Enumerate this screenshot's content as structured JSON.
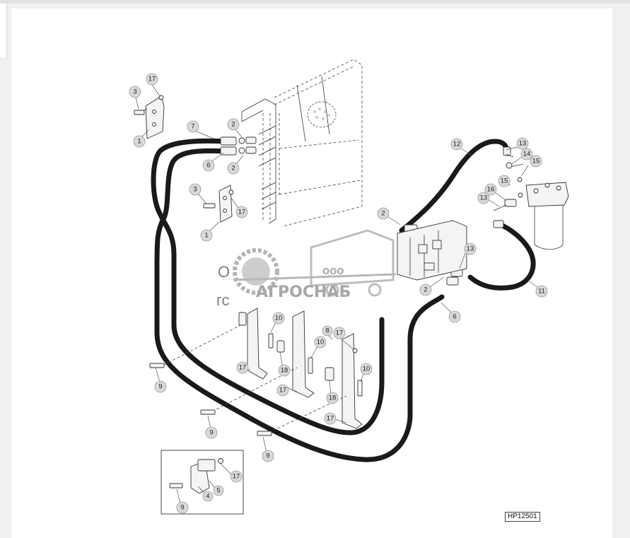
{
  "diagram": {
    "reference_code": "HP12501",
    "callouts": [
      {
        "id": "c-17a",
        "label": "17"
      },
      {
        "id": "c-3a",
        "label": "3"
      },
      {
        "id": "c-1a",
        "label": "1"
      },
      {
        "id": "c-7",
        "label": "7"
      },
      {
        "id": "c-6a",
        "label": "6"
      },
      {
        "id": "c-2a",
        "label": "2"
      },
      {
        "id": "c-2b",
        "label": "2"
      },
      {
        "id": "c-3b",
        "label": "3"
      },
      {
        "id": "c-17b",
        "label": "17"
      },
      {
        "id": "c-1b",
        "label": "1"
      },
      {
        "id": "c-12",
        "label": "12"
      },
      {
        "id": "c-13a",
        "label": "13"
      },
      {
        "id": "c-14",
        "label": "14"
      },
      {
        "id": "c-15a",
        "label": "15"
      },
      {
        "id": "c-15b",
        "label": "15"
      },
      {
        "id": "c-16",
        "label": "16"
      },
      {
        "id": "c-13b",
        "label": "13"
      },
      {
        "id": "c-2c",
        "label": "2"
      },
      {
        "id": "c-13c",
        "label": "13"
      },
      {
        "id": "c-2d",
        "label": "2"
      },
      {
        "id": "c-11",
        "label": "11"
      },
      {
        "id": "c-6b",
        "label": "6"
      },
      {
        "id": "c-10a",
        "label": "10"
      },
      {
        "id": "c-8",
        "label": "8"
      },
      {
        "id": "c-17c",
        "label": "17"
      },
      {
        "id": "c-10b",
        "label": "10"
      },
      {
        "id": "c-9a",
        "label": "9"
      },
      {
        "id": "c-17d",
        "label": "17"
      },
      {
        "id": "c-18a",
        "label": "18"
      },
      {
        "id": "c-17e",
        "label": "17"
      },
      {
        "id": "c-18b",
        "label": "18"
      },
      {
        "id": "c-10c",
        "label": "10"
      },
      {
        "id": "c-17f",
        "label": "17"
      },
      {
        "id": "c-9b",
        "label": "9"
      },
      {
        "id": "c-9c",
        "label": "9"
      },
      {
        "id": "c-17g",
        "label": "17"
      },
      {
        "id": "c-5",
        "label": "5"
      },
      {
        "id": "c-4",
        "label": "4"
      },
      {
        "id": "c-9d",
        "label": "9"
      }
    ]
  },
  "watermark": {
    "prefix": "ООО",
    "brand": "АГРОСНАБ",
    "partial_1": "О",
    "partial_2": "гс"
  },
  "colors": {
    "hose": "#1a1a1a",
    "callout_fill": "#d9d9d9",
    "watermark": "#8a8a8a"
  }
}
